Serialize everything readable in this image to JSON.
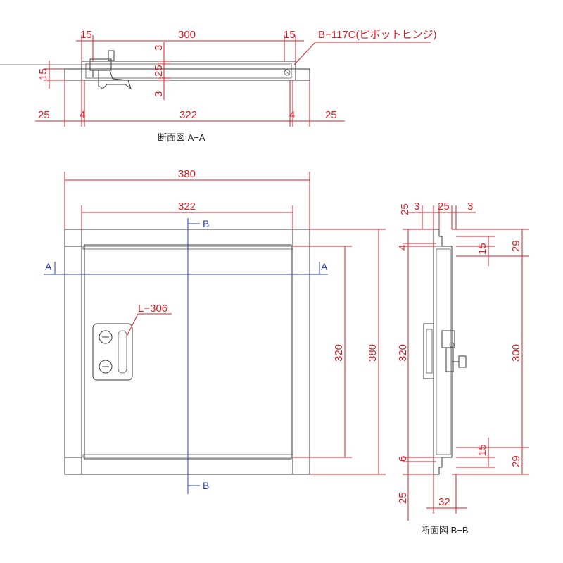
{
  "section_aa": {
    "title": "断面図 A−A",
    "dims_top": [
      "15",
      "300",
      "15"
    ],
    "dims_bottom": [
      "25",
      "4",
      "322",
      "4",
      "25"
    ],
    "dims_vertical": [
      "3",
      "25",
      "3"
    ],
    "dim_side": "15",
    "hinge_label": "B−117C(ピボットヒンジ)"
  },
  "front_view": {
    "width_outer": "380",
    "width_inner": "322",
    "height_inner": "320",
    "height_outer": "380",
    "lock_label": "L−306",
    "section_b_label": "B",
    "section_a_label": "A"
  },
  "section_bb": {
    "title": "断面図 B−B",
    "dims_top": [
      "25",
      "3",
      "25",
      "3"
    ],
    "dims_left": [
      "4",
      "320",
      "6",
      "25"
    ],
    "dims_right_small": [
      "15",
      "15"
    ],
    "dims_right_outer": [
      "29",
      "300",
      "29"
    ],
    "dim_bottom": "32"
  }
}
